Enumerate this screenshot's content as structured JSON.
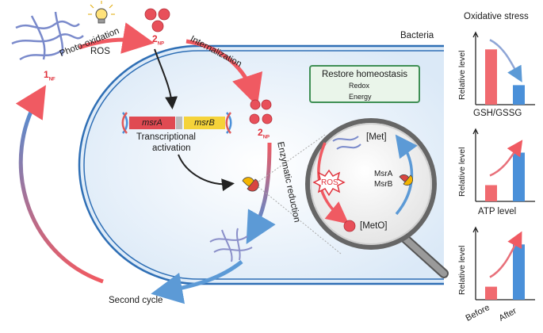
{
  "labels": {
    "photo_oxidation": "Photo-oxidation",
    "ros": "ROS",
    "compound_1": "1",
    "compound_1_sub": "NF",
    "compound_2": "2",
    "compound_2_sub": "NP",
    "internalization": "Internalization",
    "bacteria": "Bacteria",
    "transcriptional_activation_line1": "Transcriptional",
    "transcriptional_activation_line2": "activation",
    "enzymatic_reduction": "Enzymatic reduction",
    "second_cycle": "Second cycle"
  },
  "genes": [
    "msrA",
    "msrB"
  ],
  "homeostasis_box": {
    "title": "Restore homeostasis",
    "items": [
      "Redox",
      "Energy"
    ],
    "check_icon": "checkmark-icon"
  },
  "magnifier": {
    "met": "[Met]",
    "meto": "[MetO]",
    "ros": "ROS",
    "enzyme1": "MsrA",
    "enzyme2": "MsrB"
  },
  "charts": [
    {
      "title": "Oxidative stress",
      "ylabel": "Relative level",
      "chart_data": {
        "type": "bar",
        "categories": [
          "Before",
          "After"
        ],
        "values": [
          0.85,
          0.3
        ],
        "ylim": [
          0,
          1
        ]
      },
      "trend": "down"
    },
    {
      "title": "GSH/GSSG",
      "ylabel": "Relative level",
      "chart_data": {
        "type": "bar",
        "categories": [
          "Before",
          "After"
        ],
        "values": [
          0.25,
          0.75
        ],
        "ylim": [
          0,
          1
        ]
      },
      "trend": "up"
    },
    {
      "title": "ATP level",
      "ylabel": "Relative level",
      "chart_data": {
        "type": "bar",
        "categories": [
          "Before",
          "After"
        ],
        "values": [
          0.2,
          0.85
        ],
        "ylim": [
          0,
          1
        ]
      },
      "trend": "up"
    }
  ],
  "x_axis_labels": [
    "Before",
    "After"
  ],
  "colors": {
    "before": "#f06a6f",
    "after": "#4a90d9",
    "accent_red": "#e0323c",
    "accent_blue": "#3d86c6",
    "box_green": "#3f8f55"
  }
}
